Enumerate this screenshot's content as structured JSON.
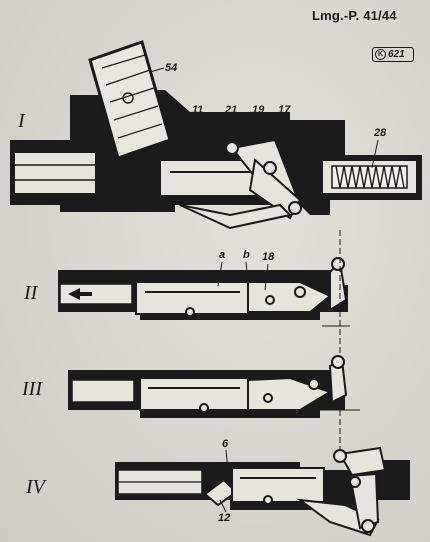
{
  "header": {
    "reference": "Lmg.-P. 41/44"
  },
  "stamp": {
    "symbol": "K",
    "number": "621"
  },
  "figures": [
    {
      "id": "I",
      "label": "I",
      "callouts": [
        "54",
        "11",
        "21",
        "19",
        "17",
        "28"
      ]
    },
    {
      "id": "II",
      "label": "II",
      "callouts": [
        "a",
        "b",
        "18"
      ]
    },
    {
      "id": "III",
      "label": "III",
      "callouts": []
    },
    {
      "id": "IV",
      "label": "IV",
      "callouts": [
        "6",
        "12"
      ]
    }
  ]
}
